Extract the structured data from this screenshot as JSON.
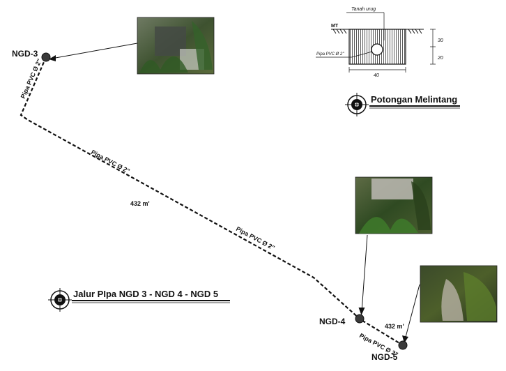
{
  "nodes": {
    "ngd3": "NGD-3",
    "ngd4": "NGD-4",
    "ngd5": "NGD-5"
  },
  "pipe_labels": {
    "pipe_a": "Pipa PVC Ø 2\"",
    "pipe_b": "Pipa PVC Ø 2\"",
    "pipe_c": "Pipa PVC Ø 2\"",
    "pipe_d": "Pipa PVC Ø 2\""
  },
  "distances": {
    "main": "432 m'",
    "short": "432 m'"
  },
  "section": {
    "fill_label": "Tanah urug",
    "ground_label": "MT",
    "pipe_label": "Pipa PVC Ø 2\"",
    "dim_top": "30",
    "dim_bottom": "20",
    "dim_width": "40"
  },
  "titles": {
    "section_title": "Potongan Melintang",
    "route_title": "Jalur PIpa NGD 3 - NGD 4 - NGD 5"
  },
  "photos": {
    "photo_ngd3": "site photo of NGD-3 area",
    "photo_ngd4": "site photo of NGD-4 area",
    "photo_ngd5": "site photo of NGD-5 area"
  },
  "colors": {
    "line": "#111111",
    "node": "#3a3a3a",
    "background": "#ffffff"
  }
}
